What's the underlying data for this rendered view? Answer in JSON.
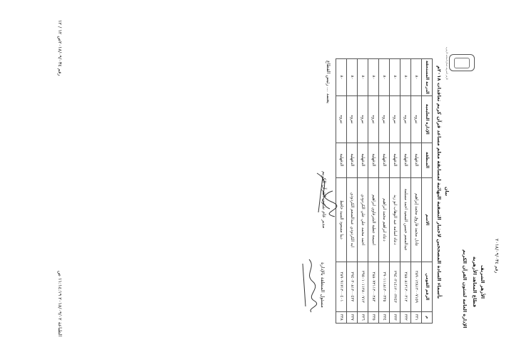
{
  "header": {
    "ref_number": "رقم ٢٠١٨/٠٩/٠٣٤",
    "org": "الأزهر الشريف",
    "sector": "قطاع المعاهد الأزهرية",
    "department": "الإدارة العامة لشئون القرآن الكريم"
  },
  "logo_text": "الأزهر الشريف قطاع المعاهد الأزهرية",
  "doc_label": "بيان",
  "title": "بأسماء السادة المصححين لاختبار التصفية النهائية لمسابقة معلم مساعد قرآن كريم تعاقدات ٢٠١٨م",
  "table": {
    "columns": [
      "م",
      "الرقم القومي",
      "الاسم",
      "المنطقة",
      "الإدارة التعليمية",
      "الدرجة المستحقة"
    ],
    "rows": [
      [
        "٣٣١",
        "٢٨٩٠١٢٨١٢٠٠٧١٥٩",
        "عادل محمد فاروق محمد إبراهيم",
        "الدقهلية",
        "نبروه",
        "٨٠"
      ],
      [
        "٣٣٢",
        "٢٨٨٠٨١٢١٢٠٠٣١٢",
        "عبدالمنعم حسين السعيد احمد مسلمة",
        "الدقهلية",
        "نبروه",
        "٨٠"
      ],
      [
        "٣٣٣",
        "٢٩٤٠٣١٤١٢٠٠٣٢٤٣",
        "دعاء اسامة عبد الوهاب ابو زيد",
        "الدقهلية",
        "نبروه",
        "٨٠"
      ],
      [
        "٣٣٤",
        "٢٩٠١١١٨١٢٠٠٣٣٥",
        "دعاء ابراهيم محمد ابراهيم",
        "الدقهلية",
        "نبروه",
        "٨٠"
      ],
      [
        "٣٣٥",
        "٢٨٨٠٧٢١١٢٠٠٢٨٣",
        "اسيمة عطية الشرقاوي ابراهيم",
        "الدقهلية",
        "نبروه",
        "٨٠"
      ],
      [
        "٣٣٦",
        "٢٩٥٠١٠١١٢٨٠٠٧١٢",
        "احمد محمد علي علي الكردودي",
        "الدقهلية",
        "نبروه",
        "٨٠"
      ],
      [
        "٣٣٧",
        "٢٩٤٠٣٠٨١٢٠٠٤٣٢",
        "ايه الكردودي عبدالمنعم الكردودي",
        "الدقهلية",
        "نبروه",
        "٨٠"
      ],
      [
        "٣٣٨",
        "٢٨٩٠٩١٧١٢٠٠٤٠١",
        "دينا مسعود السيد حافظ",
        "الدقهلية",
        "نبروه",
        "٨٠"
      ]
    ]
  },
  "signatures": {
    "region_official": "مسئول المنطقة بالإدارة",
    "director": "مدير عام شئون القرآن الكريم",
    "approval": "يعتمد ... رئيس القطاع"
  },
  "footer": {
    "ref_number": "رقم ٢٠١٨/٠٩/٠٣٤",
    "page": "ص ١٢ / ١٢",
    "printed": "الطباعة ٢٠١٨/٠٩/٠٢ ١١:١٤:١٩ ص"
  }
}
